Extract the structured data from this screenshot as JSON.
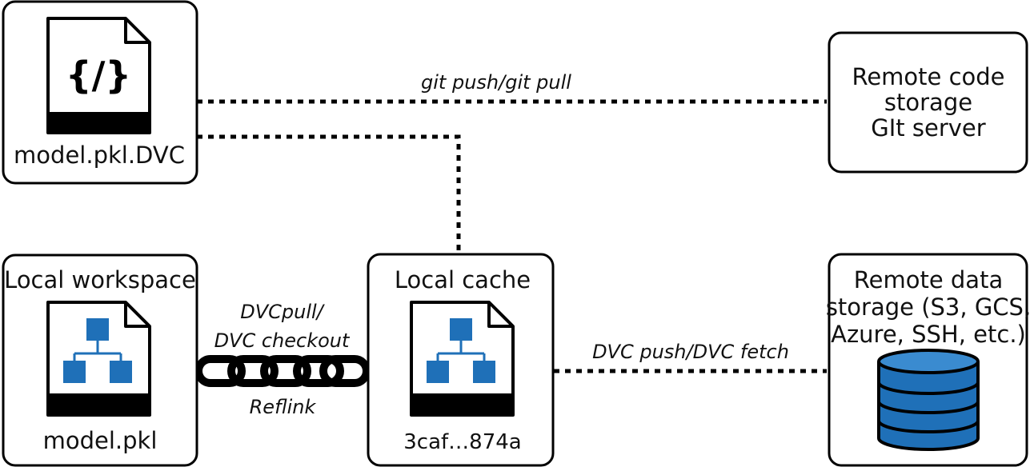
{
  "nodes": {
    "dvc_file": {
      "caption": "model.pkl.DVC",
      "icon_glyph": "{/}"
    },
    "remote_code": {
      "line1": "Remote code",
      "line2": "storage",
      "line3": "GIt server"
    },
    "local_workspace": {
      "title": "Local workspace",
      "caption": "model.pkl"
    },
    "local_cache": {
      "title": "Local cache",
      "caption": "3caf…874a"
    },
    "remote_data": {
      "line1": "Remote data",
      "line2": "storage (S3, GCS,",
      "line3": "Azure, SSH, etc.)"
    }
  },
  "edges": {
    "git": "git push/git pull",
    "pull_line1": "DVCpull/",
    "pull_line2": "DVC checkout",
    "reflink": "Reflink",
    "dvc_push": "DVC push/DVC fetch"
  },
  "colors": {
    "accent": "#1F70B8",
    "db_fill": "#1F70B8",
    "db_light": "#3A8BD0",
    "stroke": "#000000"
  }
}
